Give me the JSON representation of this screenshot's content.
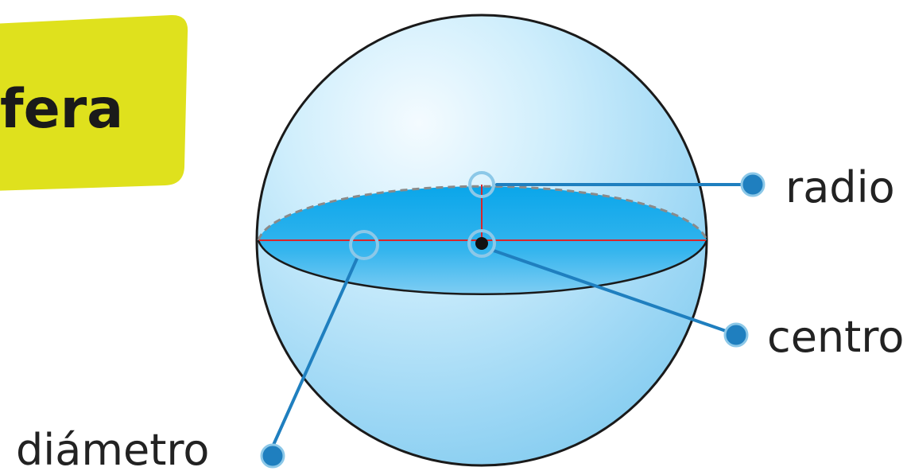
{
  "title": "fera",
  "labels": {
    "radio": "radio",
    "centro": "centro",
    "diametro": "diámetro"
  },
  "colors": {
    "title_banner": "#dfe11d",
    "sphere_light": "#eaf7fe",
    "sphere_mid": "#a9dcf7",
    "sphere_dark": "#6ec1ec",
    "cross_section": "#12a7e6",
    "leader_line": "#1f7fbf",
    "marker_dot": "#1f7fbf",
    "marker_ring": "#8cc8e8",
    "measure_line": "#d9262b",
    "outline": "#1a1a1a"
  }
}
